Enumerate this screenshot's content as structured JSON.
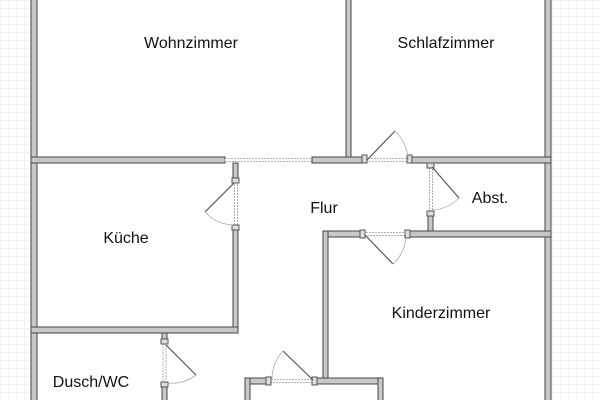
{
  "plan": {
    "rooms": {
      "wohnzimmer": "Wohnzimmer",
      "schlafzimmer": "Schlafzimmer",
      "flur": "Flur",
      "abstellraum": "Abst.",
      "kueche": "Küche",
      "kinderzimmer": "Kinderzimmer",
      "duschwc": "Dusch/WC"
    },
    "colors": {
      "wall": "#c8c8c8",
      "outline": "#444444",
      "grid": "#e6e6e6"
    }
  }
}
